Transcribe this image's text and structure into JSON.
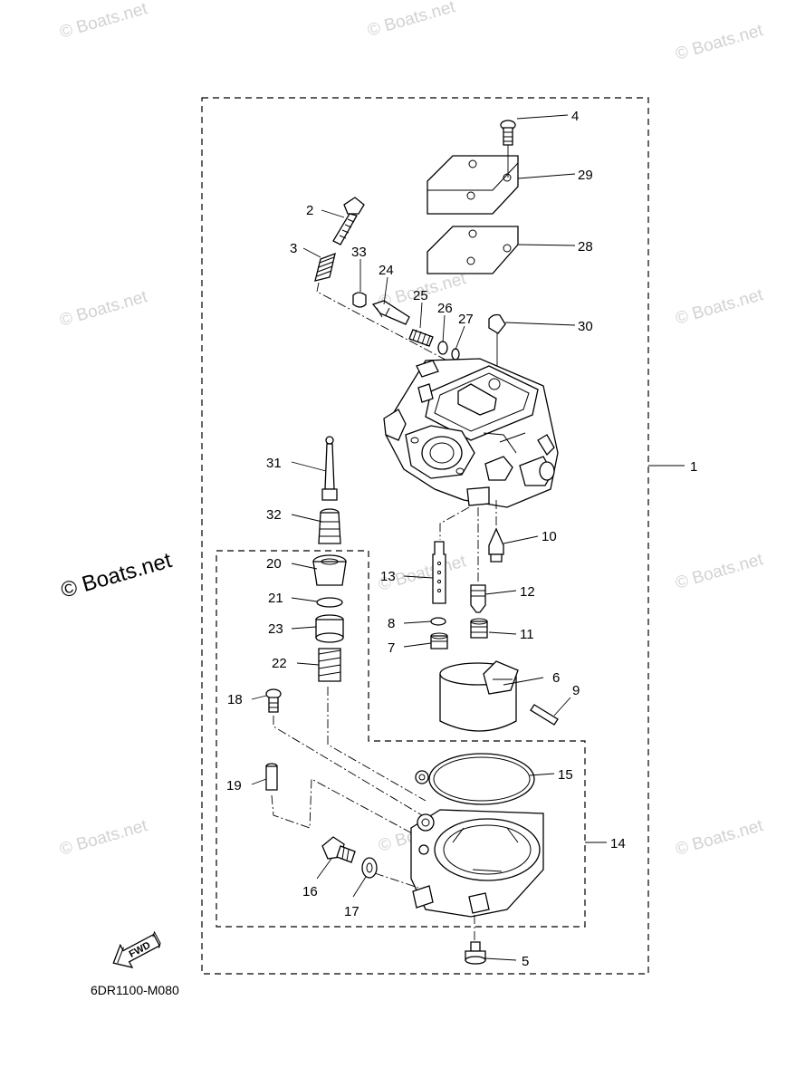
{
  "watermarks": {
    "small": "© Boats.net",
    "large": "© Boats.net"
  },
  "diagram_code": "6DR1100-M080",
  "fwd_label": "FWD",
  "callouts": [
    "1",
    "2",
    "3",
    "4",
    "5",
    "6",
    "7",
    "8",
    "9",
    "10",
    "11",
    "12",
    "13",
    "14",
    "15",
    "16",
    "17",
    "18",
    "19",
    "20",
    "21",
    "22",
    "23",
    "24",
    "25",
    "26",
    "27",
    "28",
    "29",
    "30",
    "31",
    "32",
    "33"
  ]
}
